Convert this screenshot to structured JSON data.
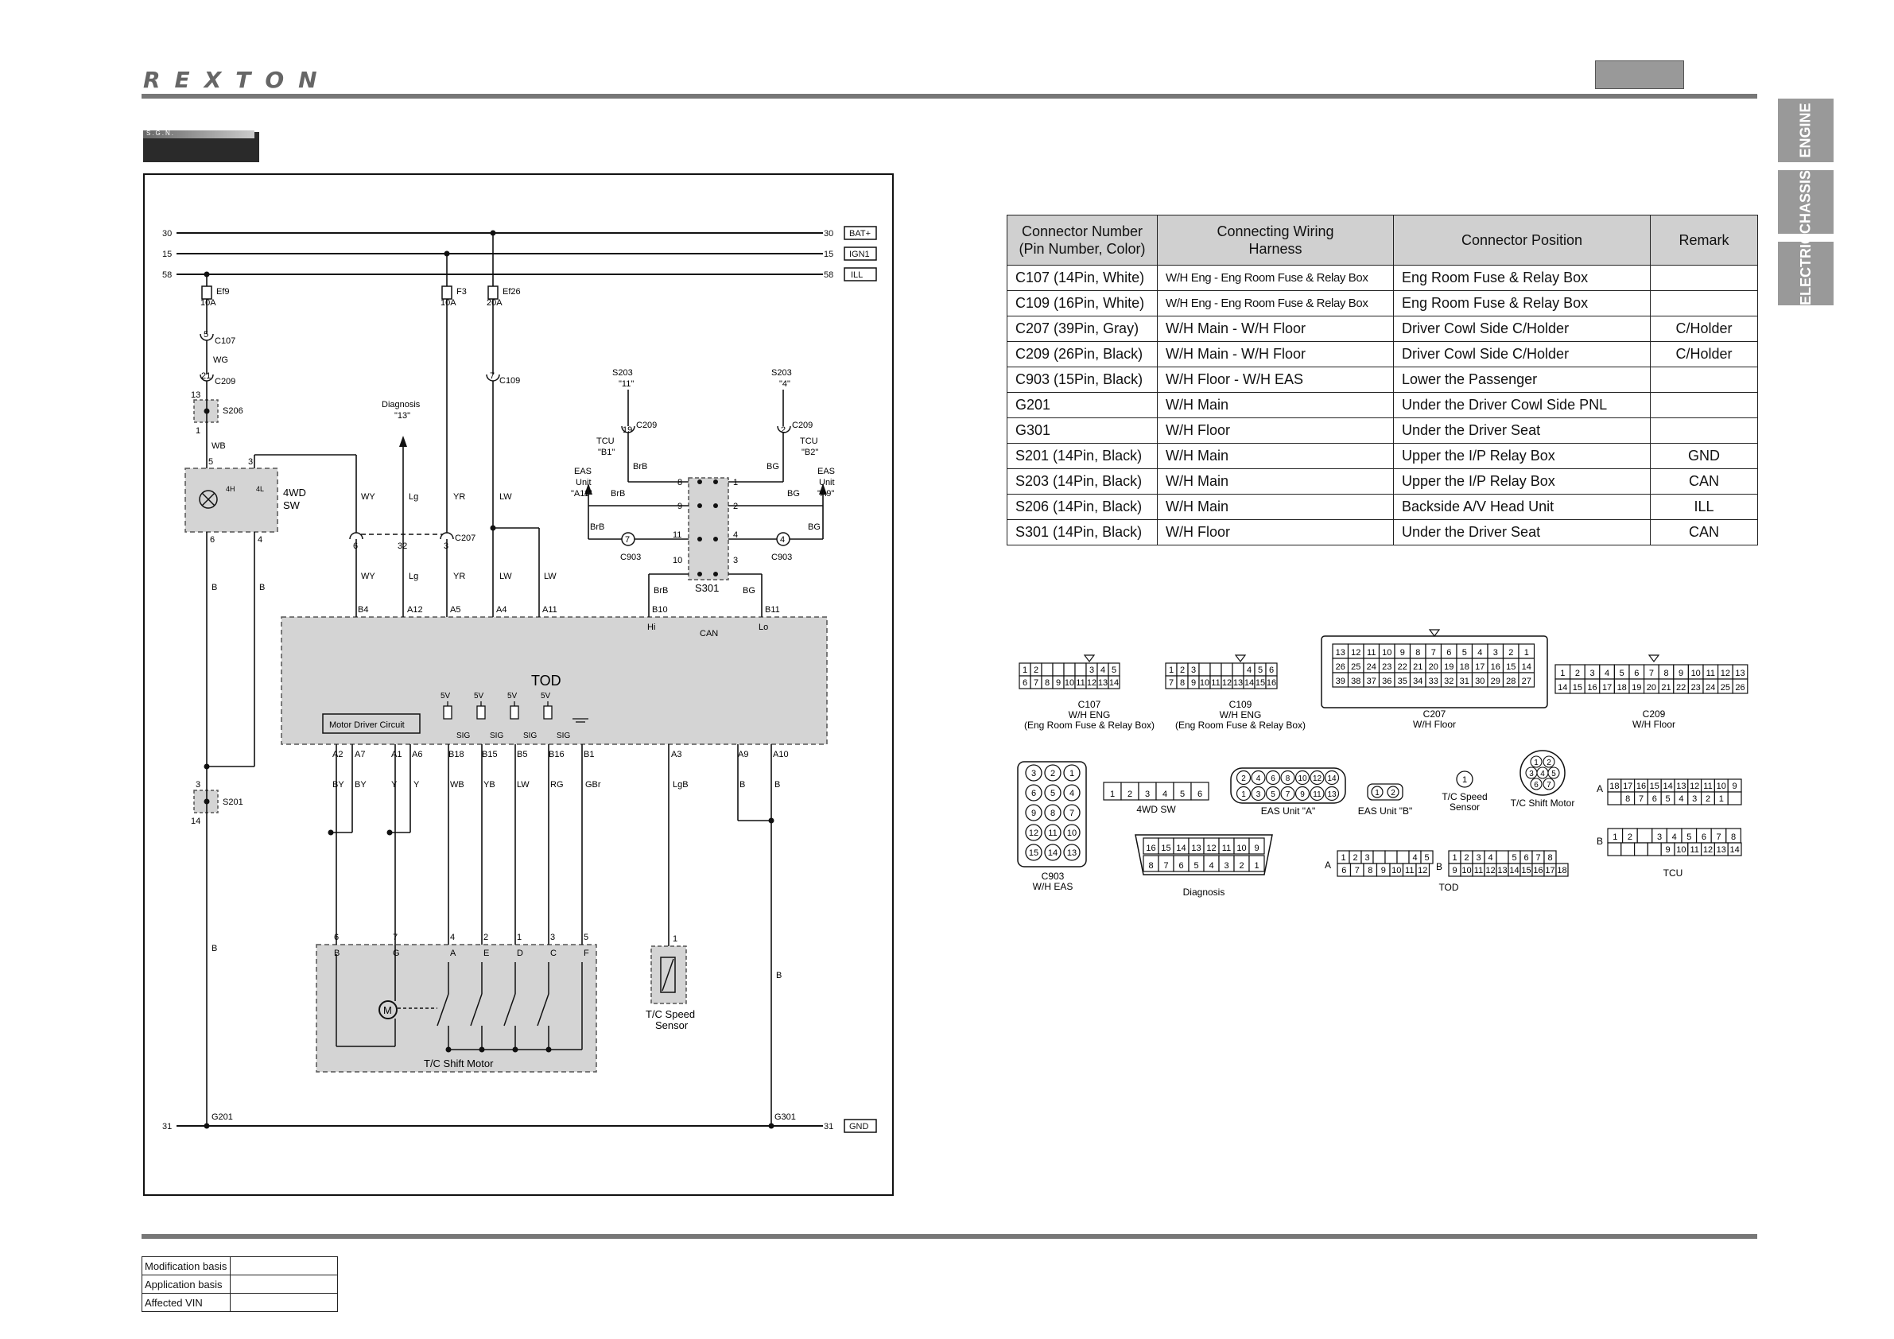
{
  "header": {
    "brand": "REXTON",
    "section_tab": "S.G.N."
  },
  "side_tabs": [
    "ENGINE",
    "CHASSIS",
    "ELECTRIC"
  ],
  "connector_table": {
    "headers": [
      "Connector Number\n(Pin Number, Color)",
      "Connecting Wiring\nHarness",
      "Connector Position",
      "Remark"
    ],
    "rows": [
      [
        "C107 (14Pin, White)",
        "W/H Eng - Eng Room Fuse & Relay Box",
        "Eng Room Fuse & Relay Box",
        ""
      ],
      [
        "C109 (16Pin, White)",
        "W/H Eng - Eng Room Fuse & Relay Box",
        "Eng Room Fuse & Relay Box",
        ""
      ],
      [
        "C207 (39Pin, Gray)",
        "W/H Main - W/H Floor",
        "Driver Cowl Side C/Holder",
        "C/Holder"
      ],
      [
        "C209 (26Pin, Black)",
        "W/H Main - W/H Floor",
        "Driver Cowl Side C/Holder",
        "C/Holder"
      ],
      [
        "C903 (15Pin, Black)",
        "W/H Floor - W/H EAS",
        "Lower the Passenger",
        ""
      ],
      [
        "G201",
        "W/H Main",
        "Under the Driver Cowl Side PNL",
        ""
      ],
      [
        "G301",
        "W/H Floor",
        "Under the Driver Seat",
        ""
      ],
      [
        "S201 (14Pin, Black)",
        "W/H Main",
        "Upper the I/P Relay Box",
        "GND"
      ],
      [
        "S203 (14Pin, Black)",
        "W/H Main",
        "Upper the I/P Relay Box",
        "CAN"
      ],
      [
        "S206 (14Pin, Black)",
        "W/H Main",
        "Backside A/V Head Unit",
        "ILL"
      ],
      [
        "S301 (14Pin, Black)",
        "W/H Floor",
        "Under the Driver Seat",
        "CAN"
      ]
    ]
  },
  "schematic": {
    "rails": [
      {
        "num": "30",
        "label": "BAT+"
      },
      {
        "num": "15",
        "label": "IGN1"
      },
      {
        "num": "58",
        "label": "ILL"
      },
      {
        "num": "31",
        "label": "GND"
      }
    ],
    "fuses": [
      {
        "name": "Ef9",
        "amp": "10A"
      },
      {
        "name": "F3",
        "amp": "10A"
      },
      {
        "name": "Ef26",
        "amp": "20A"
      }
    ],
    "labels": {
      "c107": "C107",
      "c209": "C209",
      "c109": "C109",
      "c207": "C207",
      "c903": "C903",
      "s206": "S206",
      "s201": "S201",
      "s301": "S301",
      "s203a": "S203",
      "s203b": "S203",
      "s203a_pin": "\"11\"",
      "s203b_pin": "\"4\"",
      "diagnosis": "Diagnosis",
      "diagnosis_pin": "\"13\"",
      "tcu_b1": "TCU",
      "tcu_b1_pin": "\"B1\"",
      "tcu_b2": "TCU",
      "tcu_b2_pin": "\"B2\"",
      "eas_a11a": "EAS",
      "eas_a11b": "Unit",
      "eas_a11c": "\"A11\"",
      "eas_a9a": "EAS",
      "eas_a9b": "Unit",
      "eas_a9c": "\"A9\"",
      "sw_name": "4WD",
      "sw_name2": "SW",
      "sw_4h": "4H",
      "sw_4l": "4L",
      "tod": "TOD",
      "can": "CAN",
      "hi": "Hi",
      "lo": "Lo",
      "motor_driver": "Motor Driver Circuit",
      "motor": "M",
      "tc_shift_motor": "T/C Shift Motor",
      "tc_speed": "T/C Speed",
      "tc_speed2": "Sensor",
      "g201": "G201",
      "g301": "G301",
      "v5": "5V",
      "sig": "SIG"
    },
    "wire_colors": {
      "wg": "WG",
      "wb": "WB",
      "wy": "WY",
      "lg": "Lg",
      "yr": "YR",
      "lw": "LW",
      "brb": "BrB",
      "bg": "BG",
      "b": "B",
      "by": "BY",
      "y": "Y",
      "yb": "YB",
      "rg": "RG",
      "gbr": "GBr",
      "lgb": "LgB"
    },
    "tod_pins_top": [
      "B4",
      "A12",
      "A5",
      "A4",
      "A11",
      "B10",
      "B11"
    ],
    "tod_pins_bottom": [
      "A2",
      "A7",
      "A1",
      "A6",
      "B18",
      "B15",
      "B5",
      "B16",
      "B1",
      "A3",
      "A9",
      "A10"
    ],
    "motor_pins": [
      {
        "num": "6",
        "letter": "B"
      },
      {
        "num": "7",
        "letter": "G"
      },
      {
        "num": "4",
        "letter": "A"
      },
      {
        "num": "2",
        "letter": "E"
      },
      {
        "num": "1",
        "letter": "D"
      },
      {
        "num": "3",
        "letter": "C"
      },
      {
        "num": "5",
        "letter": "F"
      }
    ],
    "pin_numbers": {
      "c107": "5",
      "c209a": "21",
      "s206_top": "13",
      "s206_bot": "1",
      "sw5": "5",
      "sw3": "3",
      "sw6": "6",
      "sw4": "4",
      "c207a": "6",
      "c207b": "32",
      "c207c": "3",
      "c109": "7",
      "c209b": "19",
      "c209c": "2",
      "s201_top": "3",
      "s201_bot": "14",
      "speed": "1",
      "c903a": "7",
      "c903b": "4",
      "s301_left": [
        "8",
        "9",
        "11",
        "10"
      ],
      "s301_right": [
        "1",
        "2",
        "4",
        "3"
      ]
    }
  },
  "connector_views": {
    "c107": {
      "name": "C107",
      "harness": "W/H ENG",
      "position": "(Eng Room Fuse & Relay Box)",
      "row1": [
        "1",
        "2",
        "",
        "",
        "",
        "",
        "3",
        "4",
        "5"
      ],
      "row2": [
        "6",
        "7",
        "8",
        "9",
        "10",
        "11",
        "12",
        "13",
        "14"
      ]
    },
    "c109": {
      "name": "C109",
      "harness": "W/H ENG",
      "position": "(Eng Room Fuse & Relay Box)",
      "row1": [
        "1",
        "2",
        "3",
        "",
        "",
        "",
        "",
        "4",
        "5",
        "6"
      ],
      "row2": [
        "7",
        "8",
        "9",
        "10",
        "11",
        "12",
        "13",
        "14",
        "15",
        "16"
      ]
    },
    "c207": {
      "name": "C207",
      "harness": "W/H Floor",
      "row1": [
        "13",
        "12",
        "11",
        "10",
        "9",
        "8",
        "7",
        "6",
        "5",
        "4",
        "3",
        "2",
        "1"
      ],
      "row2": [
        "26",
        "25",
        "24",
        "23",
        "22",
        "21",
        "20",
        "19",
        "18",
        "17",
        "16",
        "15",
        "14"
      ],
      "row3": [
        "39",
        "38",
        "37",
        "36",
        "35",
        "34",
        "33",
        "32",
        "31",
        "30",
        "29",
        "28",
        "27"
      ]
    },
    "c209": {
      "name": "C209",
      "harness": "W/H Floor",
      "row1": [
        "1",
        "2",
        "3",
        "4",
        "5",
        "6",
        "7",
        "8",
        "9",
        "10",
        "11",
        "12",
        "13"
      ],
      "row2": [
        "14",
        "15",
        "16",
        "17",
        "18",
        "19",
        "20",
        "21",
        "22",
        "23",
        "24",
        "25",
        "26"
      ]
    },
    "c903": {
      "name": "C903",
      "harness": "W/H EAS",
      "rows": [
        [
          "3",
          "2",
          "1"
        ],
        [
          "6",
          "5",
          "4"
        ],
        [
          "9",
          "8",
          "7"
        ],
        [
          "12",
          "11",
          "10"
        ],
        [
          "15",
          "14",
          "13"
        ]
      ]
    },
    "sw4wd": {
      "name": "4WD SW",
      "pins": [
        "1",
        "2",
        "3",
        "4",
        "5",
        "6"
      ]
    },
    "eas_a": {
      "name": "EAS Unit \"A\"",
      "row1": [
        "2",
        "4",
        "6",
        "8",
        "10",
        "12",
        "14"
      ],
      "row2": [
        "1",
        "3",
        "5",
        "7",
        "9",
        "11",
        "13"
      ]
    },
    "eas_b": {
      "name": "EAS Unit \"B\"",
      "pins": [
        "1",
        "2"
      ]
    },
    "tc_speed": {
      "name": "T/C Speed",
      "name2": "Sensor",
      "pin": "1"
    },
    "tc_shift": {
      "name": "T/C Shift Motor",
      "pins": [
        "1",
        "2",
        "3",
        "4",
        "5",
        "6",
        "7"
      ]
    },
    "diagnosis": {
      "name": "Diagnosis",
      "row1": [
        "16",
        "15",
        "14",
        "13",
        "12",
        "11",
        "10",
        "9"
      ],
      "row2": [
        "8",
        "7",
        "6",
        "5",
        "4",
        "3",
        "2",
        "1"
      ]
    },
    "tod": {
      "name": "TOD",
      "a": "A",
      "b": "B",
      "a_row1": [
        "1",
        "2",
        "3",
        "",
        "",
        "",
        "4",
        "5"
      ],
      "a_row2": [
        "6",
        "7",
        "8",
        "9",
        "10",
        "11",
        "12"
      ],
      "b_row1": [
        "1",
        "2",
        "3",
        "4",
        "",
        "5",
        "6",
        "7",
        "8"
      ],
      "b_row2": [
        "9",
        "10",
        "11",
        "12",
        "13",
        "14",
        "15",
        "16",
        "17",
        "18"
      ]
    },
    "tcu": {
      "name": "TCU",
      "a": "A",
      "b": "B",
      "a_row1": [
        "18",
        "17",
        "16",
        "15",
        "14",
        "13",
        "12",
        "11",
        "10",
        "9"
      ],
      "a_row2": [
        "",
        "8",
        "7",
        "6",
        "5",
        "4",
        "3",
        "2",
        "1",
        ""
      ],
      "b_row1": [
        "1",
        "2",
        "",
        "3",
        "4",
        "5",
        "6",
        "7",
        "8"
      ],
      "b_row2": [
        "",
        "",
        "",
        "",
        "9",
        "10",
        "11",
        "12",
        "13",
        "14"
      ]
    }
  },
  "modification_table": {
    "rows": [
      "Modification basis",
      "Application basis",
      "Affected VIN"
    ]
  }
}
